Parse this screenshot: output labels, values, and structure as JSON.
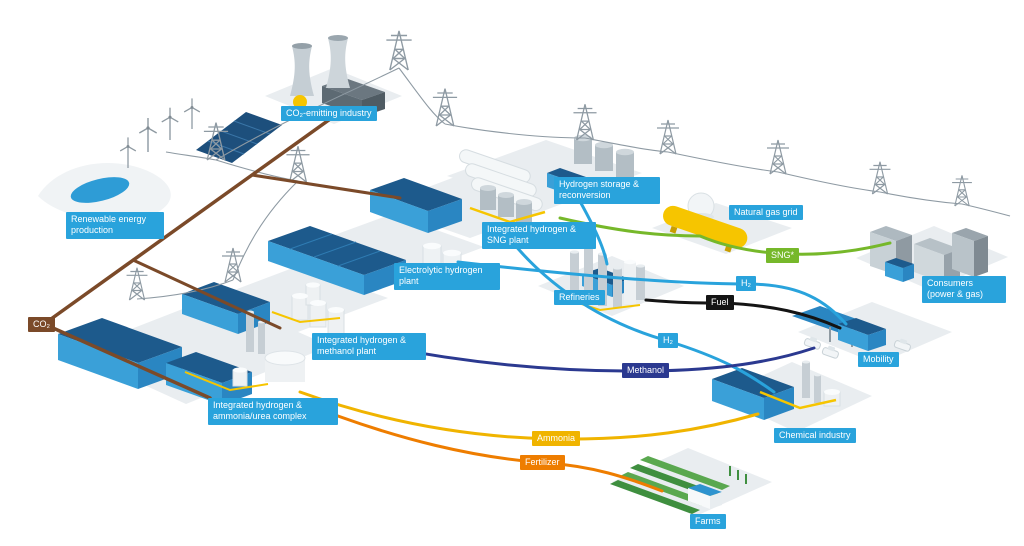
{
  "colors": {
    "label_bg": "#29a3dc",
    "co2": "#7b4a29",
    "sng": "#76b82a",
    "h2": "#29a3dc",
    "fuel": "#141414",
    "methanol": "#2b3990",
    "ammonia": "#f0b400",
    "fertilizer": "#ee7d00",
    "powerline": "#8e9aa3"
  },
  "facilities": [
    {
      "id": "co2-emitting-industry",
      "label": "CO₂-emitting industry"
    },
    {
      "id": "renewable-energy-production",
      "label": "Renewable energy production"
    },
    {
      "id": "hydrogen-storage-reconversion",
      "label": "Hydrogen storage & reconversion"
    },
    {
      "id": "natural-gas-grid",
      "label": "Natural gas grid"
    },
    {
      "id": "integrated-hydrogen-sng-plant",
      "label": "Integrated hydrogen & SNG plant"
    },
    {
      "id": "electrolytic-hydrogen-plant",
      "label": "Electrolytic hydrogen plant"
    },
    {
      "id": "refineries",
      "label": "Refineries"
    },
    {
      "id": "integrated-hydrogen-methanol-plant",
      "label": "Integrated hydrogen & methanol plant"
    },
    {
      "id": "integrated-hydrogen-ammonia-urea-complex",
      "label": "Integrated hydrogen & ammonia/urea complex"
    },
    {
      "id": "consumers-power-gas",
      "label": "Consumers (power & gas)"
    },
    {
      "id": "mobility",
      "label": "Mobility"
    },
    {
      "id": "chemical-industry",
      "label": "Chemical industry"
    },
    {
      "id": "farms",
      "label": "Farms"
    }
  ],
  "flows": [
    {
      "id": "co2",
      "label": "CO₂"
    },
    {
      "id": "sng",
      "label": "SNG*"
    },
    {
      "id": "h2-upper",
      "label": "H₂"
    },
    {
      "id": "fuel",
      "label": "Fuel"
    },
    {
      "id": "h2-lower",
      "label": "H₂"
    },
    {
      "id": "methanol",
      "label": "Methanol"
    },
    {
      "id": "ammonia",
      "label": "Ammonia"
    },
    {
      "id": "fertilizer",
      "label": "Fertilizer"
    }
  ]
}
